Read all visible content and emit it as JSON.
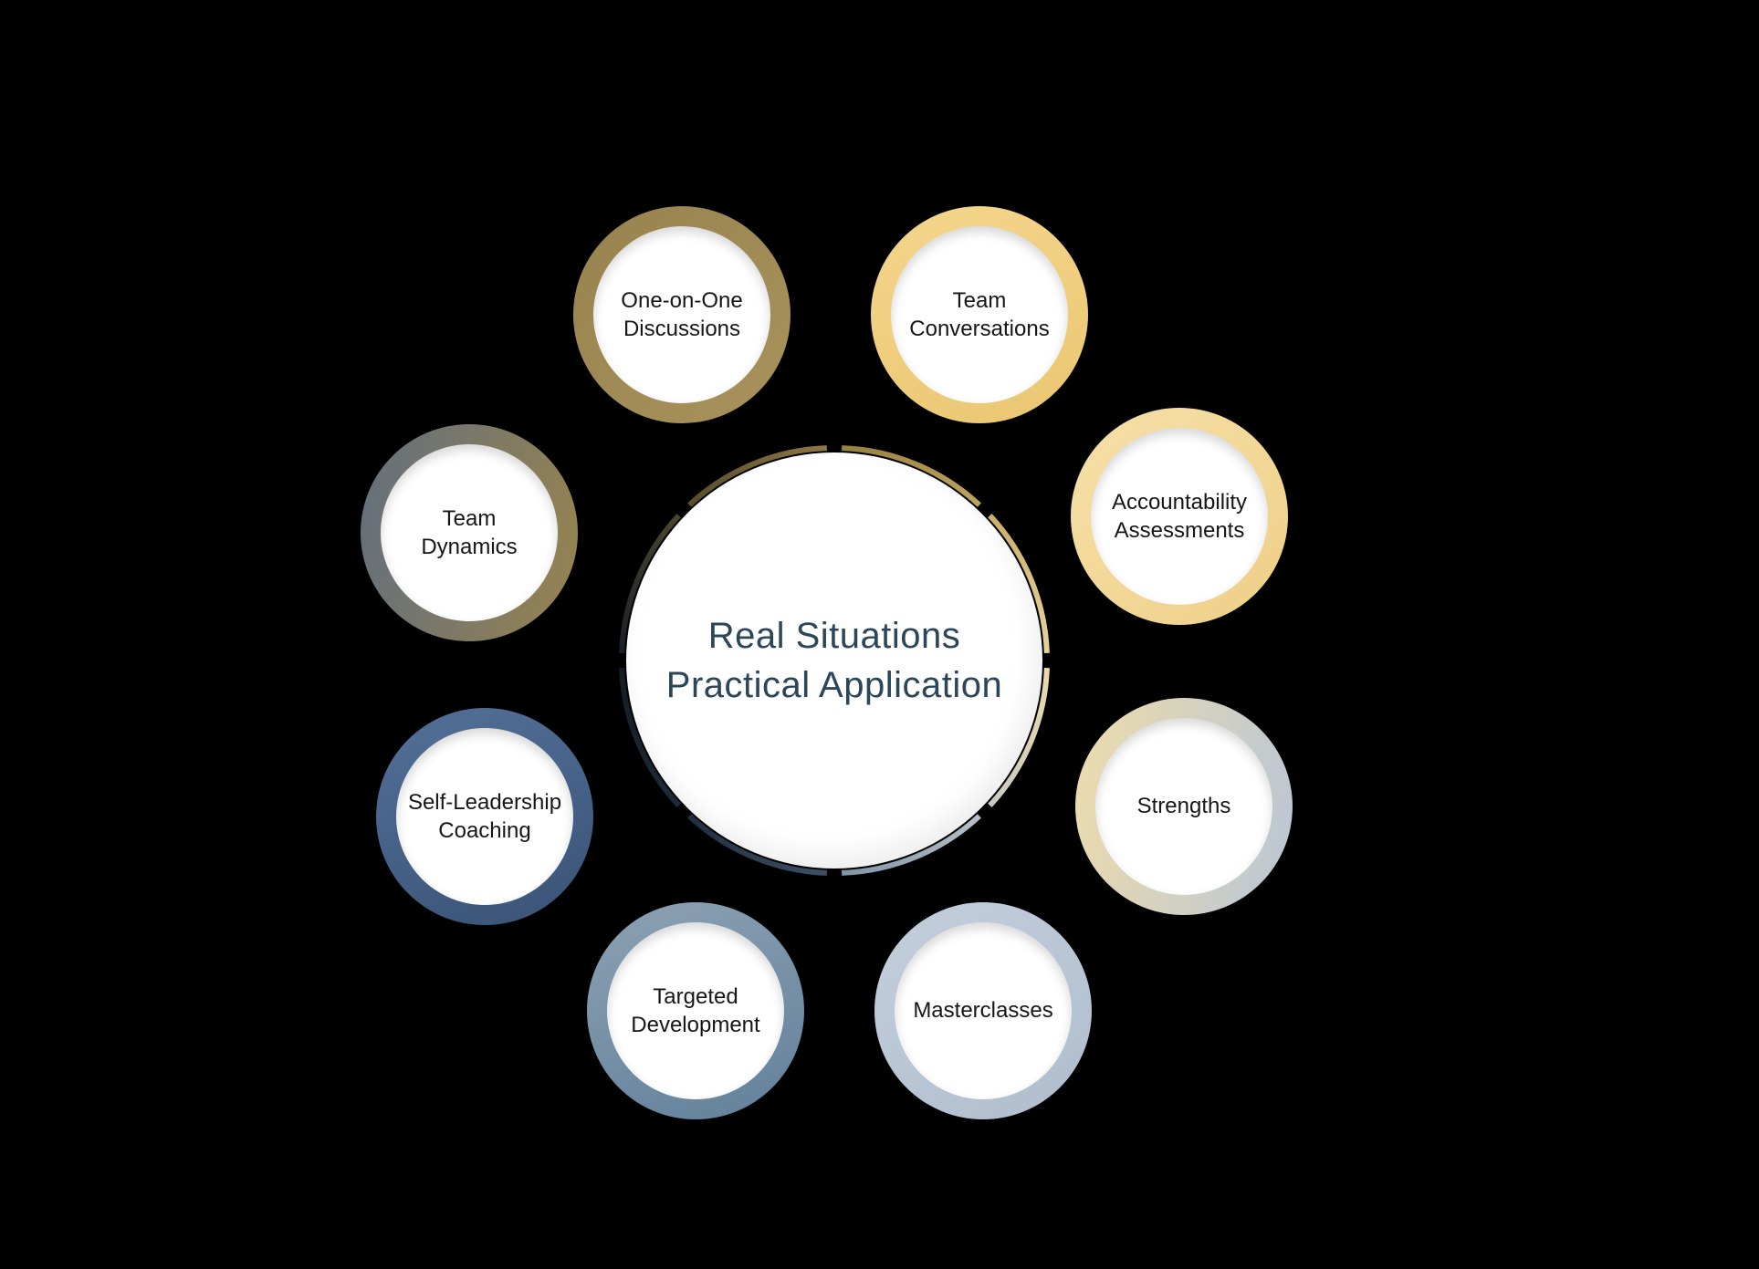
{
  "background_color": "#000000",
  "center": {
    "lines": "Real Situations\nPractical Application",
    "text_color": "#2c4659",
    "fill_color": "#ffffff",
    "ring_arcs": [
      {
        "from": "#96803f",
        "to": "#bfa260"
      },
      {
        "from": "#c9ae6b",
        "to": "#e8d29a"
      },
      {
        "from": "#eddaaa",
        "to": "#c9c9c4"
      },
      {
        "from": "#b6bfc7",
        "to": "#8095a5"
      },
      {
        "from": "#3d5066",
        "to": "#202e40"
      },
      {
        "from": "#1e2b3a",
        "to": "#141c25"
      },
      {
        "from": "#181f27",
        "to": "#4a452f"
      },
      {
        "from": "#564d2c",
        "to": "#8c7742"
      }
    ]
  },
  "label_color": "#161616",
  "nodes": [
    {
      "label": "One-on-One\nDiscussions",
      "ring_from": "#97834f",
      "ring_to": "#a9925c",
      "angle": "135deg"
    },
    {
      "label": "Team\nConversations",
      "ring_from": "#f3d68d",
      "ring_to": "#ebc671",
      "angle": "160deg"
    },
    {
      "label": "Accountability\nAssessments",
      "ring_from": "#f6e0a9",
      "ring_to": "#eecf87",
      "angle": "135deg"
    },
    {
      "label": "Strengths",
      "ring_from": "#eedcab",
      "ring_to": "#b9c6d6",
      "angle": "100deg"
    },
    {
      "label": "Masterclasses",
      "ring_from": "#c4cfdd",
      "ring_to": "#aebdcd",
      "angle": "145deg"
    },
    {
      "label": "Targeted\nDevelopment",
      "ring_from": "#8da1b3",
      "ring_to": "#62809b",
      "angle": "160deg"
    },
    {
      "label": "Self-Leadership\nCoaching",
      "ring_from": "#537098",
      "ring_to": "#3a5376",
      "angle": "160deg"
    },
    {
      "label": "Team\nDynamics",
      "ring_from": "#636f7d",
      "ring_to": "#97834f",
      "angle": "100deg"
    }
  ]
}
